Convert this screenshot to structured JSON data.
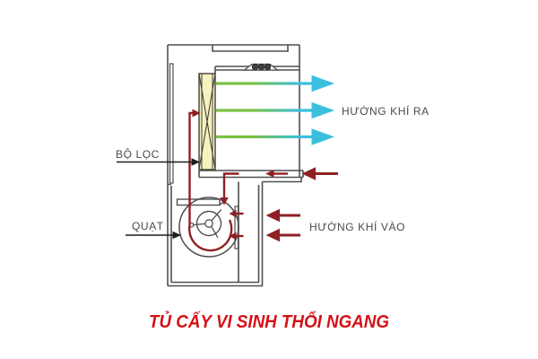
{
  "diagram": {
    "title": "TỦ CẤY VI SINH THỔI NGANG",
    "labels": {
      "filter": "BỘ LỌC",
      "fan": "QUẠT",
      "air_out": "HƯỚNG KHÍ RA",
      "air_in": "HƯỚNG KHÍ VÀO"
    },
    "colors": {
      "outline_gray": "#4f4f4f",
      "filter_fill_yellow": "#f8f1bd",
      "airflow_green": "#7cc142",
      "airflow_cyan": "#3bbfdf",
      "recirculation_red": "#8e2024",
      "title_red": "#d31116",
      "label_text": "#4a4a4a"
    }
  }
}
